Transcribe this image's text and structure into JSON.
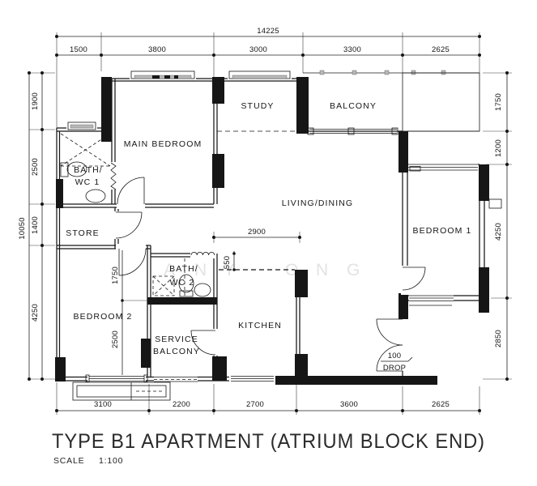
{
  "title": "TYPE B1 APARTMENT (ATRIUM BLOCK END)",
  "scale": {
    "label": "SCALE",
    "value": "1:100"
  },
  "watermark": {
    "letters": [
      "A",
      "N",
      "Y",
      "O",
      "N",
      "G"
    ]
  },
  "rooms": {
    "main_bedroom": "MAIN BEDROOM",
    "study": "STUDY",
    "balcony": "BALCONY",
    "bath_wc_1_line1": "BATH/",
    "bath_wc_1_line2": "WC 1",
    "store": "STORE",
    "living_dining": "LIVING/DINING",
    "bedroom_1": "BEDROOM 1",
    "bedroom_2": "BEDROOM 2",
    "bath_wc_2_line1": "BATH/",
    "bath_wc_2_line2": "WC 2",
    "service_balcony_line1": "SERVICE",
    "service_balcony_line2": "BALCONY",
    "kitchen": "KITCHEN"
  },
  "dims": {
    "total_width": "14225",
    "total_height": "10050",
    "top": [
      "1500",
      "3800",
      "3000",
      "3300",
      "2625"
    ],
    "left": [
      "1900",
      "2500",
      "1400",
      "4250"
    ],
    "right": [
      "1750",
      "1200",
      "4250",
      "2850"
    ],
    "bottom": [
      "3100",
      "2200",
      "2700",
      "3600",
      "2625"
    ],
    "interior": {
      "kitchen_width": "2900",
      "kitchen_offset": "550",
      "bedroom2_upper": "1750",
      "bedroom2_lower": "2500"
    },
    "drop": {
      "value": "100",
      "label": "DROP"
    }
  }
}
